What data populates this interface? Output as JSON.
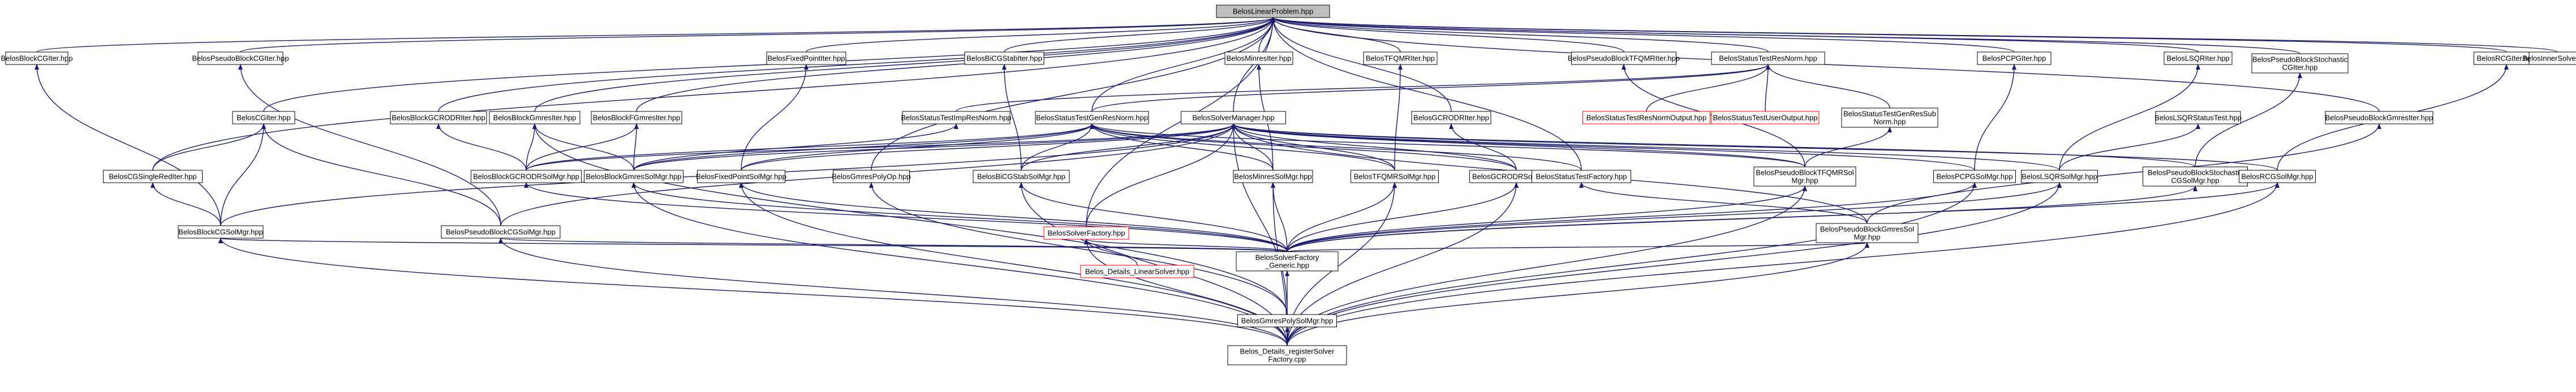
{
  "graph": {
    "nodes": [
      {
        "id": "root",
        "lines": [
          "BelosLinearProblem.hpp"
        ],
        "style": "root"
      },
      {
        "id": "n1",
        "lines": [
          "BelosBlockCGIter.hpp"
        ]
      },
      {
        "id": "n2",
        "lines": [
          "BelosPseudoBlockCGIter.hpp"
        ]
      },
      {
        "id": "n3",
        "lines": [
          "BelosCGIter.hpp"
        ]
      },
      {
        "id": "n4",
        "lines": [
          "BelosBlockGCRODRIter.hpp"
        ]
      },
      {
        "id": "n5",
        "lines": [
          "BelosFixedPointIter.hpp"
        ]
      },
      {
        "id": "n6",
        "lines": [
          "BelosBiCGStabIter.hpp"
        ]
      },
      {
        "id": "n7",
        "lines": [
          "BelosBlockGmresIter.hpp"
        ]
      },
      {
        "id": "n8",
        "lines": [
          "BelosBlockFGmresIter.hpp"
        ]
      },
      {
        "id": "n9",
        "lines": [
          "BelosMinresIter.hpp"
        ]
      },
      {
        "id": "n10",
        "lines": [
          "BelosTFQMRIter.hpp"
        ]
      },
      {
        "id": "n11",
        "lines": [
          "BelosGCRODRIter.hpp"
        ]
      },
      {
        "id": "n12",
        "lines": [
          "BelosPseudoBlockTFQMRIter.hpp"
        ]
      },
      {
        "id": "n13",
        "lines": [
          "BelosStatusTestResNorm.hpp"
        ]
      },
      {
        "id": "n14",
        "lines": [
          "BelosStatusTestImpResNorm.hpp"
        ]
      },
      {
        "id": "n15",
        "lines": [
          "BelosStatusTestGenResNorm.hpp"
        ]
      },
      {
        "id": "n16",
        "lines": [
          "BelosStatusTestResNormOutput.hpp"
        ],
        "style": "red"
      },
      {
        "id": "n17",
        "lines": [
          "BelosStatusTestUserOutput.hpp"
        ],
        "style": "red"
      },
      {
        "id": "n18",
        "lines": [
          "BelosStatusTestGenResSub",
          "Norm.hpp"
        ]
      },
      {
        "id": "n19",
        "lines": [
          "BelosPCPGIter.hpp"
        ]
      },
      {
        "id": "n20",
        "lines": [
          "BelosLSQRIter.hpp"
        ]
      },
      {
        "id": "n21",
        "lines": [
          "BelosLSQRStatusTest.hpp"
        ]
      },
      {
        "id": "n22",
        "lines": [
          "BelosPseudoBlockStochastic",
          "CGIter.hpp"
        ]
      },
      {
        "id": "n23",
        "lines": [
          "BelosPseudoBlockGmresIter.hpp"
        ]
      },
      {
        "id": "n24",
        "lines": [
          "BelosRCGIter.hpp"
        ]
      },
      {
        "id": "n25",
        "lines": [
          "BelosInnerSolver.hpp"
        ]
      },
      {
        "id": "n26",
        "lines": [
          "BelosSolverManager.hpp"
        ]
      },
      {
        "id": "n27",
        "lines": [
          "BelosCGSingleRedIter.hpp"
        ]
      },
      {
        "id": "n28",
        "lines": [
          "BelosBlockGCRODRSolMgr.hpp"
        ]
      },
      {
        "id": "n29",
        "lines": [
          "BelosBlockGmresSolMgr.hpp"
        ]
      },
      {
        "id": "n30",
        "lines": [
          "BelosFixedPointSolMgr.hpp"
        ]
      },
      {
        "id": "n31",
        "lines": [
          "BelosGmresPolyOp.hpp"
        ]
      },
      {
        "id": "n32",
        "lines": [
          "BelosBiCGStabSolMgr.hpp"
        ]
      },
      {
        "id": "n33",
        "lines": [
          "BelosMinresSolMgr.hpp"
        ]
      },
      {
        "id": "n34",
        "lines": [
          "BelosTFQMRSolMgr.hpp"
        ]
      },
      {
        "id": "n35",
        "lines": [
          "BelosGCRODRSolMgr.hpp"
        ]
      },
      {
        "id": "n36",
        "lines": [
          "BelosStatusTestFactory.hpp"
        ]
      },
      {
        "id": "n37",
        "lines": [
          "BelosPseudoBlockTFQMRSol",
          "Mgr.hpp"
        ]
      },
      {
        "id": "n38",
        "lines": [
          "BelosPCPGSolMgr.hpp"
        ]
      },
      {
        "id": "n39",
        "lines": [
          "BelosLSQRSolMgr.hpp"
        ]
      },
      {
        "id": "n40",
        "lines": [
          "BelosPseudoBlockStochastic",
          "CGSolMgr.hpp"
        ]
      },
      {
        "id": "n41",
        "lines": [
          "BelosRCGSolMgr.hpp"
        ]
      },
      {
        "id": "n42",
        "lines": [
          "BelosBlockCGSolMgr.hpp"
        ]
      },
      {
        "id": "n43",
        "lines": [
          "BelosPseudoBlockCGSolMgr.hpp"
        ]
      },
      {
        "id": "n44",
        "lines": [
          "BelosSolverFactory.hpp"
        ],
        "style": "red"
      },
      {
        "id": "n45",
        "lines": [
          "BelosPseudoBlockGmresSol",
          "Mgr.hpp"
        ]
      },
      {
        "id": "n46",
        "lines": [
          "Belos_Details_LinearSolver.hpp"
        ],
        "style": "red"
      },
      {
        "id": "n47",
        "lines": [
          "BelosSolverFactory",
          "_Generic.hpp"
        ]
      },
      {
        "id": "n48",
        "lines": [
          "BelosGmresPolySolMgr.hpp"
        ]
      },
      {
        "id": "n49",
        "lines": [
          "Belos_Details_registerSolver",
          "Factory.cpp"
        ]
      }
    ],
    "edges": [
      [
        "root",
        "n1"
      ],
      [
        "root",
        "n2"
      ],
      [
        "root",
        "n3"
      ],
      [
        "root",
        "n4"
      ],
      [
        "root",
        "n5"
      ],
      [
        "root",
        "n6"
      ],
      [
        "root",
        "n7"
      ],
      [
        "root",
        "n8"
      ],
      [
        "root",
        "n9"
      ],
      [
        "root",
        "n10"
      ],
      [
        "root",
        "n11"
      ],
      [
        "root",
        "n12"
      ],
      [
        "root",
        "n13"
      ],
      [
        "root",
        "n19"
      ],
      [
        "root",
        "n20"
      ],
      [
        "root",
        "n22"
      ],
      [
        "root",
        "n23"
      ],
      [
        "root",
        "n24"
      ],
      [
        "root",
        "n25"
      ],
      [
        "root",
        "n26"
      ],
      [
        "root",
        "n27"
      ],
      [
        "root",
        "n15"
      ],
      [
        "root",
        "n31"
      ],
      [
        "root",
        "n36"
      ],
      [
        "root",
        "n44"
      ],
      [
        "n1",
        "n42"
      ],
      [
        "n2",
        "n43"
      ],
      [
        "n3",
        "n27"
      ],
      [
        "n3",
        "n42"
      ],
      [
        "n3",
        "n43"
      ],
      [
        "n4",
        "n28"
      ],
      [
        "n5",
        "n30"
      ],
      [
        "n6",
        "n32"
      ],
      [
        "n7",
        "n28"
      ],
      [
        "n7",
        "n29"
      ],
      [
        "n7",
        "n48"
      ],
      [
        "n8",
        "n29"
      ],
      [
        "n8",
        "n28"
      ],
      [
        "n9",
        "n33"
      ],
      [
        "n10",
        "n34"
      ],
      [
        "n11",
        "n35"
      ],
      [
        "n12",
        "n37"
      ],
      [
        "n13",
        "n14"
      ],
      [
        "n13",
        "n15"
      ],
      [
        "n13",
        "n16"
      ],
      [
        "n13",
        "n17"
      ],
      [
        "n13",
        "n18"
      ],
      [
        "n14",
        "n29"
      ],
      [
        "n15",
        "n28"
      ],
      [
        "n15",
        "n29"
      ],
      [
        "n15",
        "n30"
      ],
      [
        "n15",
        "n32"
      ],
      [
        "n15",
        "n33"
      ],
      [
        "n15",
        "n34"
      ],
      [
        "n15",
        "n35"
      ],
      [
        "n15",
        "n36"
      ],
      [
        "n15",
        "n37"
      ],
      [
        "n18",
        "n37"
      ],
      [
        "n19",
        "n38"
      ],
      [
        "n20",
        "n39"
      ],
      [
        "n21",
        "n39"
      ],
      [
        "n22",
        "n40"
      ],
      [
        "n23",
        "n45"
      ],
      [
        "n24",
        "n41"
      ],
      [
        "n26",
        "n28"
      ],
      [
        "n26",
        "n29"
      ],
      [
        "n26",
        "n30"
      ],
      [
        "n26",
        "n32"
      ],
      [
        "n26",
        "n33"
      ],
      [
        "n26",
        "n34"
      ],
      [
        "n26",
        "n35"
      ],
      [
        "n26",
        "n37"
      ],
      [
        "n26",
        "n38"
      ],
      [
        "n26",
        "n39"
      ],
      [
        "n26",
        "n40"
      ],
      [
        "n26",
        "n41"
      ],
      [
        "n26",
        "n42"
      ],
      [
        "n26",
        "n43"
      ],
      [
        "n26",
        "n44"
      ],
      [
        "n26",
        "n45"
      ],
      [
        "n26",
        "n48"
      ],
      [
        "n27",
        "n42"
      ],
      [
        "n28",
        "n47"
      ],
      [
        "n29",
        "n47"
      ],
      [
        "n29",
        "n49"
      ],
      [
        "n30",
        "n47"
      ],
      [
        "n30",
        "n49"
      ],
      [
        "n31",
        "n48"
      ],
      [
        "n32",
        "n47"
      ],
      [
        "n32",
        "n49"
      ],
      [
        "n33",
        "n47"
      ],
      [
        "n33",
        "n49"
      ],
      [
        "n34",
        "n47"
      ],
      [
        "n34",
        "n49"
      ],
      [
        "n35",
        "n47"
      ],
      [
        "n35",
        "n49"
      ],
      [
        "n36",
        "n45"
      ],
      [
        "n37",
        "n47"
      ],
      [
        "n37",
        "n49"
      ],
      [
        "n38",
        "n47"
      ],
      [
        "n38",
        "n49"
      ],
      [
        "n39",
        "n47"
      ],
      [
        "n39",
        "n49"
      ],
      [
        "n40",
        "n47"
      ],
      [
        "n41",
        "n47"
      ],
      [
        "n41",
        "n49"
      ],
      [
        "n42",
        "n47"
      ],
      [
        "n42",
        "n49"
      ],
      [
        "n43",
        "n47"
      ],
      [
        "n43",
        "n49"
      ],
      [
        "n44",
        "n46"
      ],
      [
        "n44",
        "n47"
      ],
      [
        "n44",
        "n49"
      ],
      [
        "n45",
        "n47"
      ],
      [
        "n45",
        "n49"
      ],
      [
        "n47",
        "n48"
      ],
      [
        "n48",
        "n49"
      ]
    ]
  }
}
